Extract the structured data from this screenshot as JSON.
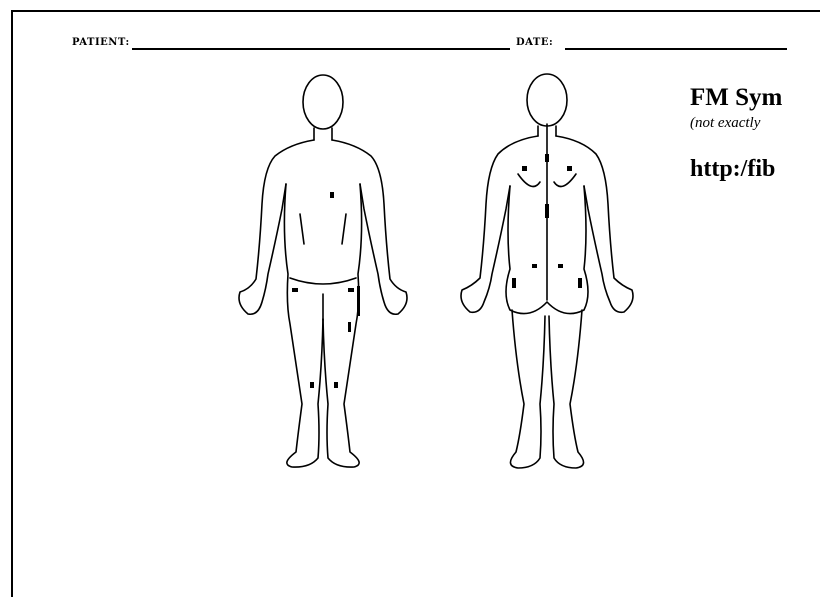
{
  "form": {
    "patient_label": "PATIENT:",
    "date_label": "DATE:"
  },
  "heading": {
    "title": "FM Sym",
    "subtitle": "(not exactly",
    "url": "http:/fib"
  },
  "figures": [
    {
      "view": "front",
      "icon": "front-body-outline"
    },
    {
      "view": "back",
      "icon": "back-body-outline"
    }
  ],
  "colors": {
    "ink": "#000000",
    "paper": "#ffffff"
  }
}
